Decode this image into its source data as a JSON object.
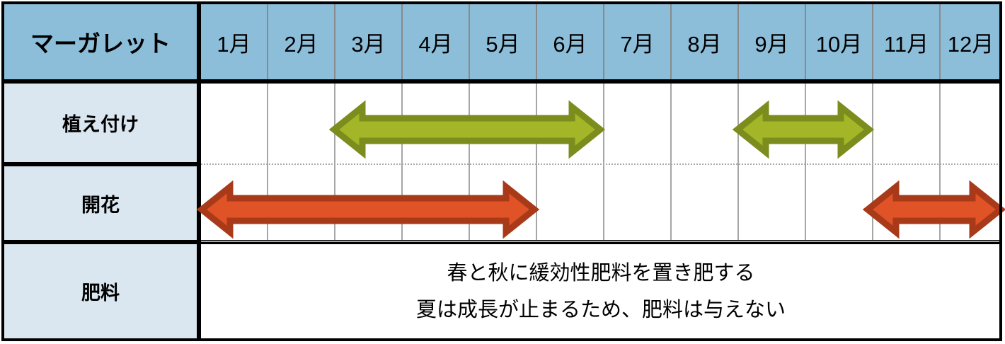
{
  "table": {
    "title": "マーガレット",
    "months": [
      "1月",
      "2月",
      "3月",
      "4月",
      "5月",
      "6月",
      "7月",
      "8月",
      "9月",
      "10月",
      "11月",
      "12月"
    ],
    "rows": [
      {
        "label": "植え付け"
      },
      {
        "label": "開花"
      },
      {
        "label": "肥料"
      }
    ],
    "notes": [
      "春と秋に緩効性肥料を置き肥する",
      "夏は成長が止まるため、肥料は与えない"
    ],
    "bars": [
      {
        "row": "植え付け",
        "color_name": "green",
        "fill": "#A2B628",
        "stroke": "#7C8C1D",
        "start_month": "3月",
        "end_month": "6月"
      },
      {
        "row": "植え付け",
        "color_name": "green",
        "fill": "#A2B628",
        "stroke": "#7C8C1D",
        "start_month": "9月",
        "end_month": "10月"
      },
      {
        "row": "開花",
        "color_name": "red",
        "fill": "#DF5326",
        "stroke": "#A83A1A",
        "start_month": "1月",
        "end_month": "5月"
      },
      {
        "row": "開花",
        "color_name": "red",
        "fill": "#DF5326",
        "stroke": "#A83A1A",
        "start_month": "11月",
        "end_month": "12月"
      }
    ],
    "colors": {
      "header_bg": "#8CBEDA",
      "label_bg": "#DAE7F0",
      "grid": "#a6a6a6",
      "border": "#000000",
      "green_fill": "#A2B628",
      "green_stroke": "#7C8C1D",
      "red_fill": "#DF5326",
      "red_stroke": "#A83A1A"
    }
  }
}
